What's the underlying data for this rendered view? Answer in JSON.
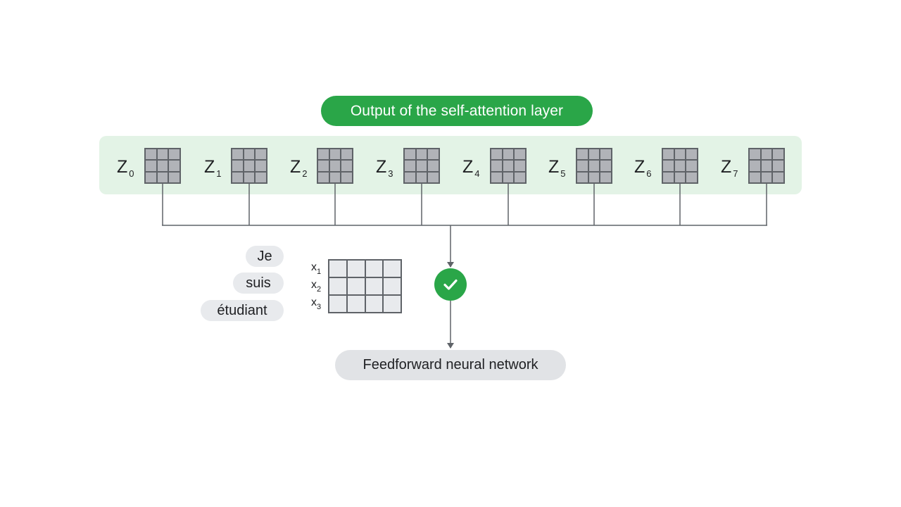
{
  "title": "Output of the self-attention layer",
  "z_outputs": [
    {
      "letter": "Z",
      "sub": "0"
    },
    {
      "letter": "Z",
      "sub": "1"
    },
    {
      "letter": "Z",
      "sub": "2"
    },
    {
      "letter": "Z",
      "sub": "3"
    },
    {
      "letter": "Z",
      "sub": "4"
    },
    {
      "letter": "Z",
      "sub": "5"
    },
    {
      "letter": "Z",
      "sub": "6"
    },
    {
      "letter": "Z",
      "sub": "7"
    }
  ],
  "words": [
    "Je",
    "suis",
    "étudiant"
  ],
  "x_labels": [
    {
      "letter": "x",
      "sub": "1"
    },
    {
      "letter": "x",
      "sub": "2"
    },
    {
      "letter": "x",
      "sub": "3"
    }
  ],
  "check_icon": "check-icon",
  "ffn_label": "Feedforward neural network",
  "colors": {
    "accent_green": "#2aa648",
    "band_green": "#e3f3e6",
    "matrix_gray": "#b1b3b8",
    "pill_gray": "#e8eaed",
    "line_gray": "#5f6368"
  }
}
